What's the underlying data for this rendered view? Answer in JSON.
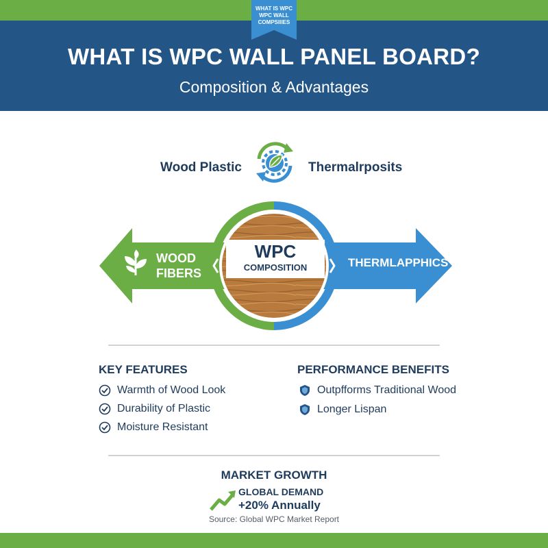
{
  "ribbon": {
    "lines": [
      "WHAT IS WPC",
      "WPC WALL",
      "COMPSIIIES"
    ]
  },
  "header": {
    "title": "WHAT IS WPC WALL PANEL BOARD?",
    "subtitle": "Composition & Advantages"
  },
  "composition": {
    "left_label": "Wood Plastic",
    "right_label": "Thermalrposits",
    "center_icon": "recycle-leaf-gear-icon"
  },
  "diagram": {
    "left_arrow": {
      "line1": "WOOD",
      "line2": "FIBERS",
      "icon": "plant-icon"
    },
    "right_arrow": {
      "label": "THERMLAPPHICS"
    },
    "center": {
      "title": "WPC",
      "subtitle": "COMPOSITION"
    }
  },
  "key_features": {
    "heading": "KEY FEATURES",
    "items": [
      "Warmth of Wood Look",
      "Durability of Plastic",
      "Moisture Resistant"
    ]
  },
  "performance": {
    "heading": "PERFORMANCE BENEFITS",
    "items": [
      "Outpfforms Traditional Wood",
      "Longer Lispan"
    ]
  },
  "market": {
    "title": "MARKET GROWTH",
    "line1": "GLOBAL DEMAND",
    "line2": "+20% Annually",
    "source": "Source: Global WPC Market Report"
  },
  "colors": {
    "green": "#6aae45",
    "navy": "#245587",
    "blue": "#3a8ed2",
    "text": "#1f3b5c",
    "wood": "#b97a3e"
  }
}
